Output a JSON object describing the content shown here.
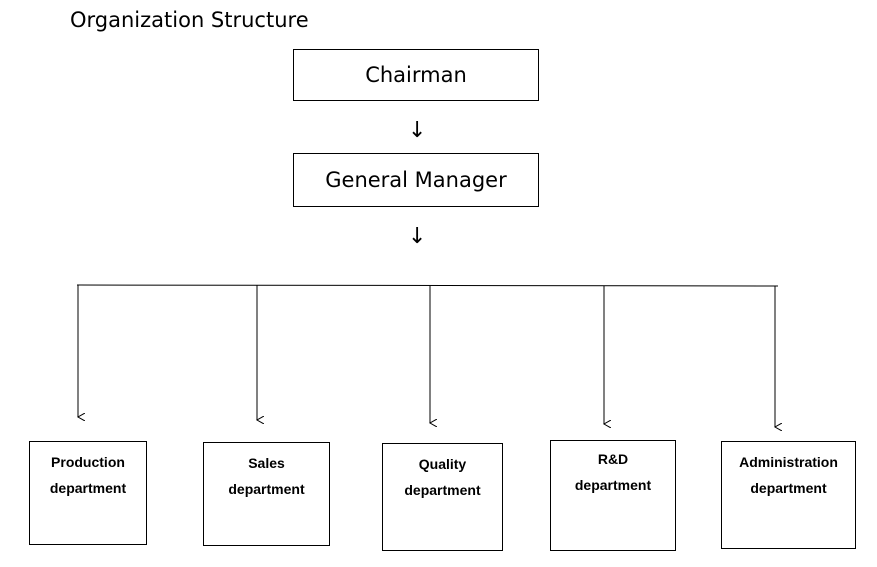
{
  "title": "Organization Structure",
  "chairman": "Chairman",
  "general_manager": "General Manager",
  "arrow_glyph": "↓",
  "departments": [
    {
      "line1": "Production",
      "line2": "department"
    },
    {
      "line1": "Sales",
      "line2": "department"
    },
    {
      "line1": "Quality",
      "line2": "department"
    },
    {
      "line1": "R&D",
      "line2": "department"
    },
    {
      "line1": "Administration",
      "line2": "department"
    }
  ]
}
